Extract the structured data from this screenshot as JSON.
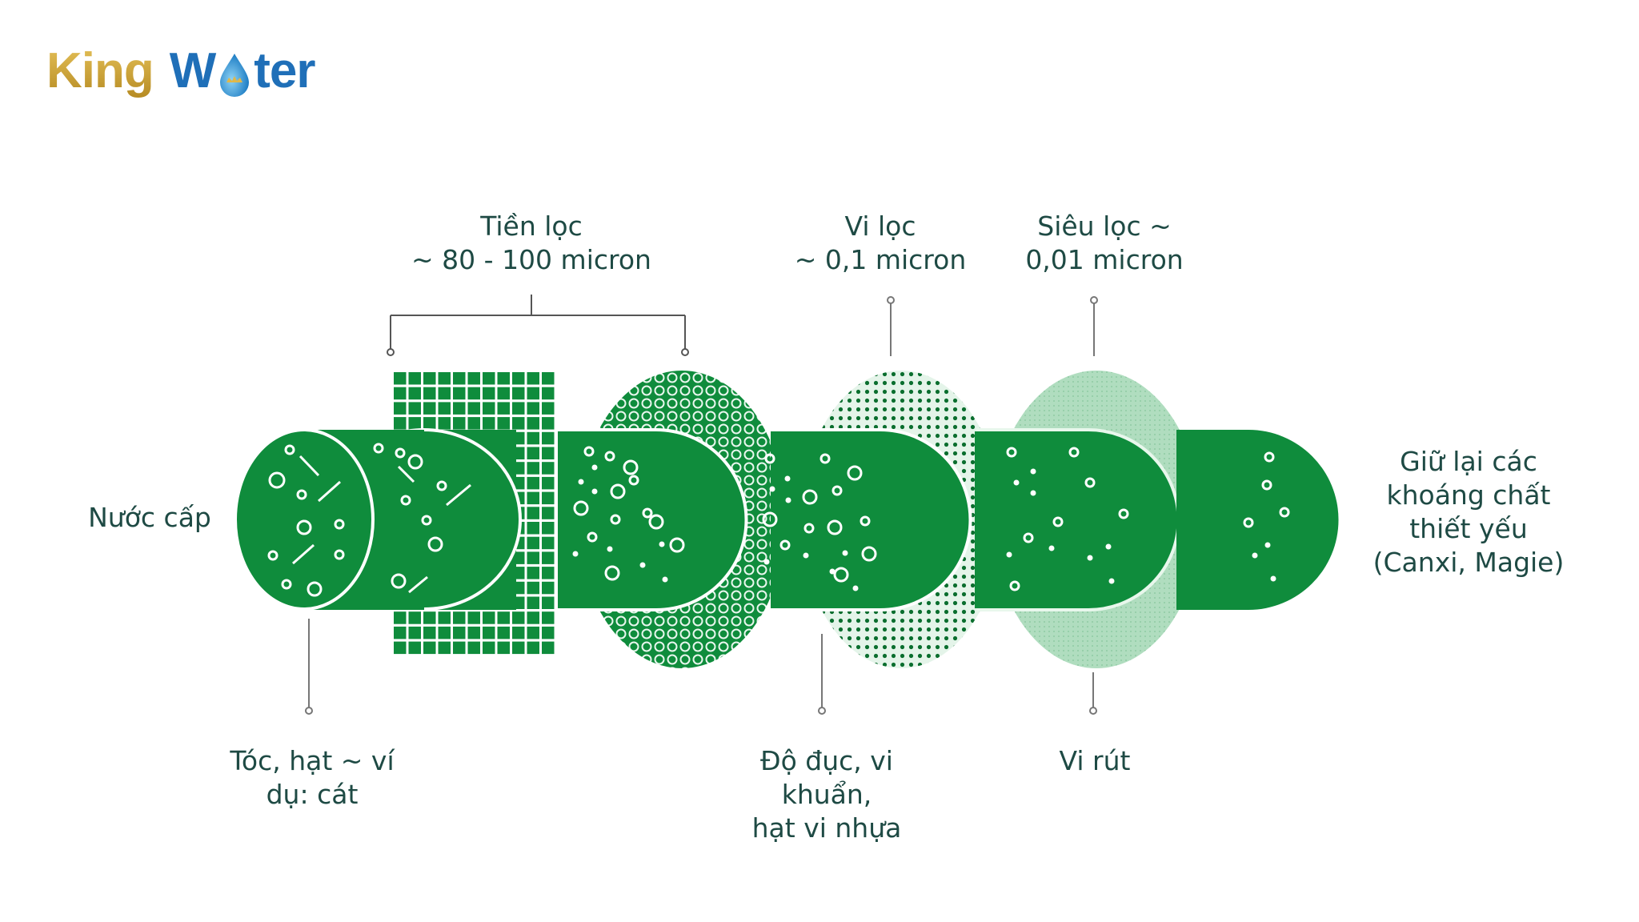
{
  "brand": {
    "name_part1": "King",
    "name_part2_pre": "W",
    "name_part2_post": "ter",
    "colors": {
      "gold": "#c9a033",
      "blue": "#1f6fb8"
    }
  },
  "diagram": {
    "title_labels": {
      "prefilter": {
        "line1": "Tiền lọc",
        "line2": "~ 80 - 100 micron"
      },
      "microfilter": {
        "line1": "Vi lọc",
        "line2": "~ 0,1 micron"
      },
      "ultrafilter": {
        "line1": "Siêu lọc  ~",
        "line2": "0,01 micron"
      }
    },
    "input_label": "Nước cấp",
    "output_label": {
      "line1": "Giữ lại các",
      "line2": "khoáng chất",
      "line3": "thiết yếu",
      "line4": "(Canxi, Magie)"
    },
    "removed_labels": {
      "sediment": {
        "line1": "Tóc, hạt ~ ví",
        "line2": "dụ: cát"
      },
      "bacteria": {
        "line1": "Độ đục, vi",
        "line2": "khuẩn,",
        "line3": "hạt vi nhựa"
      },
      "virus": {
        "line1": "Vi rút"
      }
    },
    "stages": [
      {
        "name": "coarse-mesh",
        "pattern": "square-grid"
      },
      {
        "name": "prefilter-disc",
        "pattern": "large-rings"
      },
      {
        "name": "microfilter-disc",
        "pattern": "fine-dots"
      },
      {
        "name": "ultrafilter-disc",
        "pattern": "ultra-fine"
      }
    ],
    "colors": {
      "tube": "#0f8c3c",
      "tube_dark": "#0a6e2e",
      "ultra_disc": "#a9d9ba",
      "text": "#1e4a44",
      "line": "#7a7a7a"
    }
  }
}
